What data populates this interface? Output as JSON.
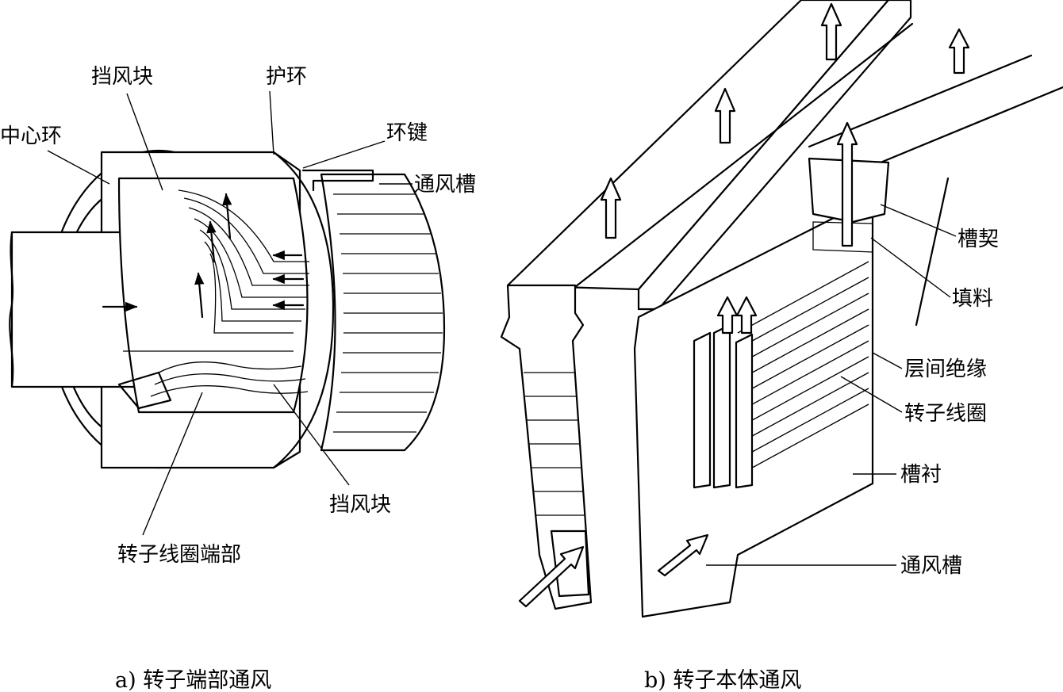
{
  "panel_a": {
    "caption": "a) 转子端部通风",
    "labels": {
      "baffle_top": "挡风块",
      "retaining_ring": "护环",
      "center_ring": "中心环",
      "ring_key": "环键",
      "vent_slot": "通风槽",
      "baffle_bottom": "挡风块",
      "coil_end": "转子线圈端部"
    }
  },
  "panel_b": {
    "caption": "b) 转子本体通风",
    "labels": {
      "slot_wedge": "槽契",
      "filler": "填料",
      "interlayer_insulation": "层间绝缘",
      "rotor_coil": "转子线圈",
      "slot_liner": "槽衬",
      "vent_slot": "通风槽"
    }
  }
}
